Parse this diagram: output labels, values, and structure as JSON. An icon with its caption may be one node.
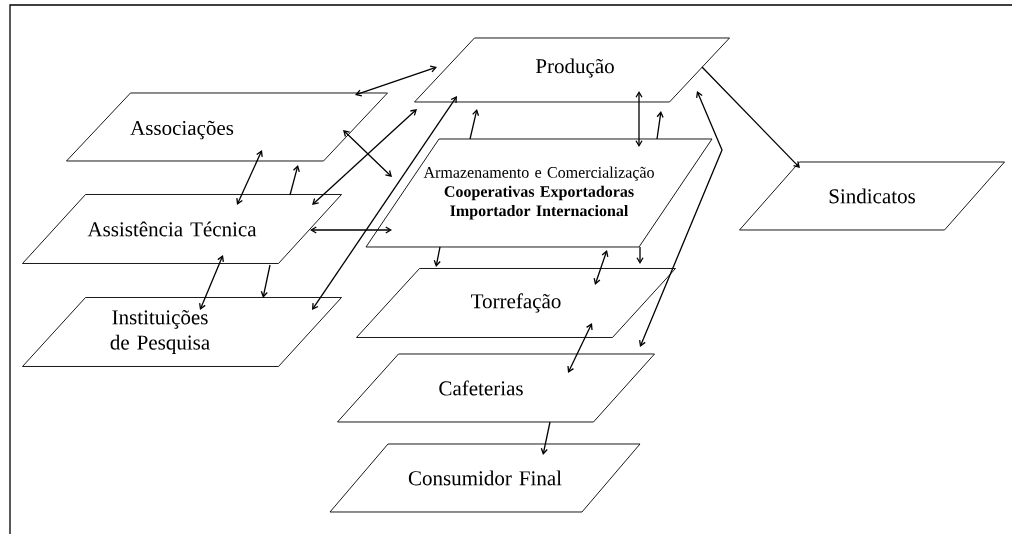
{
  "diagram": {
    "nodes": [
      {
        "text": [
          "Produção"
        ]
      },
      {
        "text": [
          "Associações"
        ]
      },
      {
        "text": [
          "Assistência Técnica"
        ]
      },
      {
        "text": [
          "Instituições de Pesquisa"
        ]
      },
      {
        "text": [
          "Armazenamento e Comercialização",
          "Cooperativas Exportadoras",
          "Importador Internacional"
        ]
      },
      {
        "text": [
          "Sindicatos"
        ]
      },
      {
        "text": [
          "Torrefação"
        ]
      },
      {
        "text": [
          "Cafeterias"
        ]
      },
      {
        "text": [
          "Consumidor Final"
        ]
      }
    ],
    "edges": [
      {
        "from": 1,
        "to": 0,
        "arrow": "both"
      },
      {
        "from": 1,
        "to": 2,
        "arrow": "both"
      },
      {
        "from": 2,
        "to": 1,
        "arrow": "to"
      },
      {
        "from": 2,
        "to": 0,
        "arrow": "both"
      },
      {
        "from": 1,
        "to": 4,
        "arrow": "both"
      },
      {
        "from": 2,
        "to": 4,
        "arrow": "both"
      },
      {
        "from": 2,
        "to": 3,
        "arrow": "both"
      },
      {
        "from": 2,
        "to": 3,
        "arrow": "to"
      },
      {
        "from": 3,
        "to": 0,
        "arrow": "both"
      },
      {
        "from": 4,
        "to": 0,
        "arrow": "to"
      },
      {
        "from": 0,
        "to": 4,
        "arrow": "both"
      },
      {
        "from": 4,
        "to": 0,
        "arrow": "to"
      },
      {
        "from": 7,
        "to": 0,
        "arrow": "both"
      },
      {
        "from": 0,
        "to": 5,
        "arrow": "to"
      },
      {
        "from": 4,
        "to": 6,
        "arrow": "to"
      },
      {
        "from": 4,
        "to": 6,
        "arrow": "both"
      },
      {
        "from": 4,
        "to": 6,
        "arrow": "to"
      },
      {
        "from": 6,
        "to": 7,
        "arrow": "both"
      },
      {
        "from": 7,
        "to": 8,
        "arrow": "to"
      }
    ]
  }
}
